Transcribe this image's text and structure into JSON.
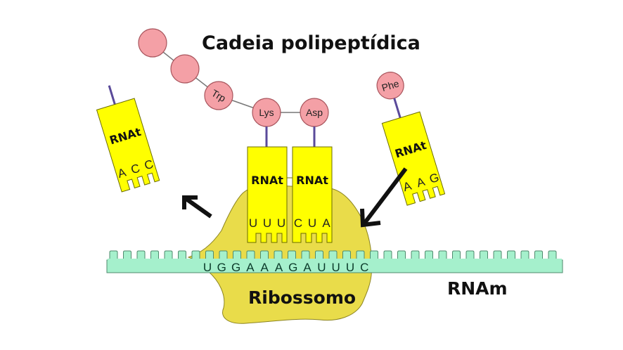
{
  "title": "Cadeia polipeptídica",
  "labels": {
    "ribosome": "Ribossomo",
    "mrna": "RNAm"
  },
  "chain": {
    "unlabeled_residues": 2,
    "amino_acids": [
      "Trp",
      "Lys",
      "Asp"
    ]
  },
  "trnas": {
    "exiting": {
      "label": "RNAt",
      "anticodon": [
        "A",
        "C",
        "C"
      ]
    },
    "site_p": {
      "label": "RNAt",
      "amino_acid": "Lys",
      "anticodon": [
        "U",
        "U",
        "U"
      ]
    },
    "site_a": {
      "label": "RNAt",
      "amino_acid": "Asp",
      "anticodon": [
        "C",
        "U",
        "A"
      ]
    },
    "entering": {
      "label": "RNAt",
      "amino_acid": "Phe",
      "anticodon": [
        "A",
        "A",
        "G"
      ]
    }
  },
  "mrna_sequence": [
    "U",
    "G",
    "G",
    "A",
    "A",
    "A",
    "G",
    "A",
    "U",
    "U",
    "U",
    "C"
  ],
  "colors": {
    "residue": "#f4a0a6",
    "trna": "#ffff00",
    "ribosome": "#e9dc4a",
    "mrna": "#a5f0cc",
    "stem": "#5a4a9a"
  }
}
